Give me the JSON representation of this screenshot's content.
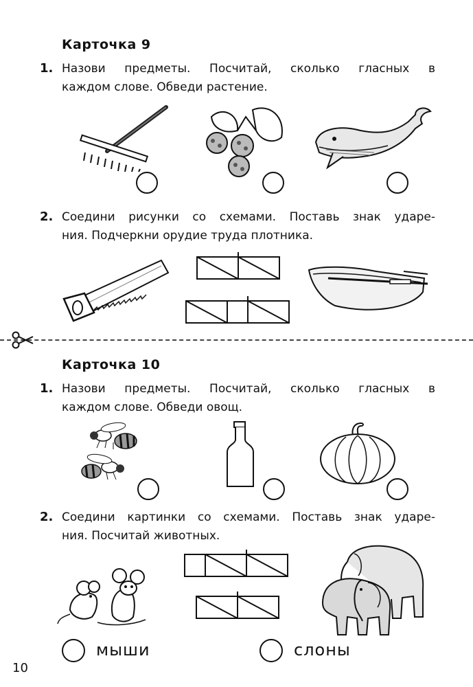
{
  "card9": {
    "title": "Карточка  9",
    "task1": {
      "number": "1.",
      "line1": "Назови  предметы.  Посчитай,  сколько  гласных  в",
      "line2": "каждом слове. Обведи растение."
    },
    "task2": {
      "number": "2.",
      "line1": "Соедини рисунки со схемами. Поставь знак ударе-",
      "line2": "ния. Подчеркни орудие труда плотника."
    }
  },
  "card10": {
    "title": "Карточка  10",
    "task1": {
      "number": "1.",
      "line1": "Назови  предметы.  Посчитай,  сколько  гласных  в",
      "line2": "каждом слове. Обведи овощ."
    },
    "task2": {
      "number": "2.",
      "line1": "Соедини картинки со схемами. Поставь знак ударе-",
      "line2": "ния. Посчитай животных."
    },
    "words": {
      "mice": "мыши",
      "elephants": "слоны"
    }
  },
  "page_number": "10",
  "icons": [
    "rake-icon",
    "raspberry-icon",
    "whale-icon",
    "saw-icon",
    "boat-icon",
    "bees-icon",
    "bottle-icon",
    "pumpkin-icon",
    "mice-icon",
    "elephants-icon",
    "scissors-icon"
  ]
}
